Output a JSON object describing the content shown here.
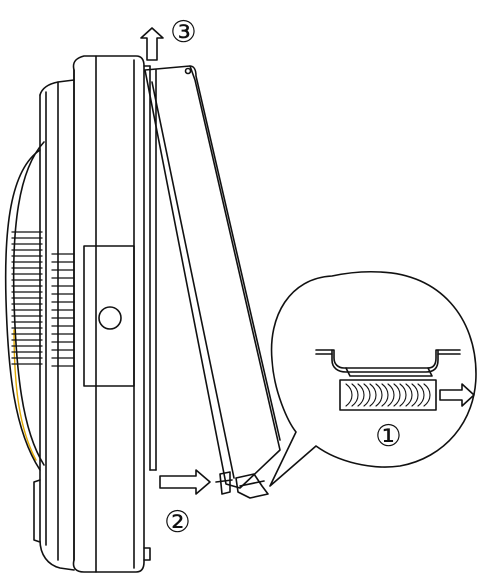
{
  "diagram": {
    "steps": [
      {
        "label": "①"
      },
      {
        "label": "③"
      },
      {
        "label": "②"
      }
    ],
    "colors": {
      "line": "#111111",
      "accent": "#e0a800",
      "background": "#ffffff"
    }
  }
}
